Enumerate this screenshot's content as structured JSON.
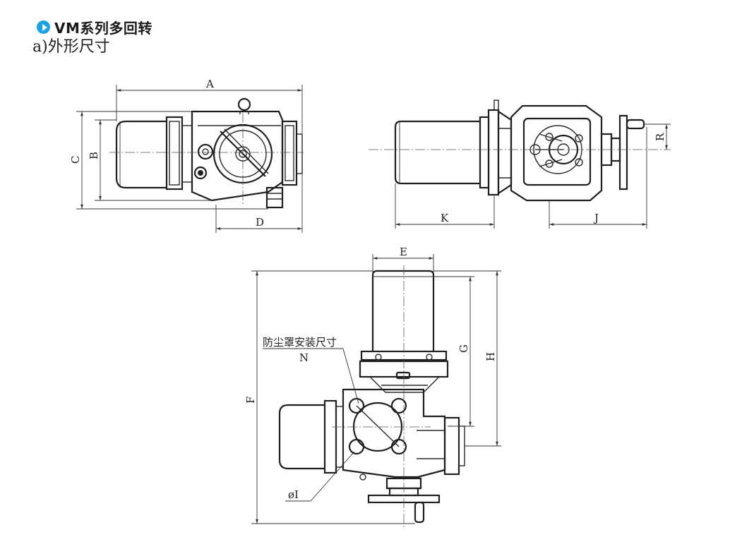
{
  "heading": {
    "title": "VM系列多回转",
    "subtitle": "a)外形尺寸"
  },
  "colors": {
    "bullet": "#1aa3e0",
    "line": "#2a2a2a"
  },
  "dims": {
    "A": "A",
    "B": "B",
    "C": "C",
    "D": "D",
    "R": "R",
    "K": "K",
    "J": "J",
    "E": "E",
    "F": "F",
    "G": "G",
    "H": "H",
    "N": "N",
    "I": "øI"
  },
  "notes": {
    "dust_cover": "防尘罩安装尺寸"
  }
}
